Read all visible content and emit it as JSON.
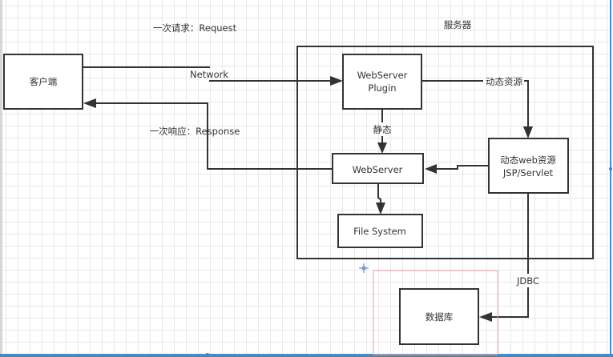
{
  "diagram": {
    "nodes": {
      "client": {
        "label": "客户端"
      },
      "server_group": {
        "label": "服务器"
      },
      "webserver_plugin": {
        "line1": "WebServer",
        "line2": "Plugin"
      },
      "webserver": {
        "label": "WebServer"
      },
      "file_system": {
        "label": "File System"
      },
      "dynamic_resource": {
        "line1": "动态web资源",
        "line2": "JSP/Servlet"
      },
      "database": {
        "label": "数据库"
      }
    },
    "edges": {
      "request": {
        "label": "一次请求：Request",
        "sublabel": "Network",
        "from": "client",
        "to": "webserver_plugin"
      },
      "response": {
        "label": "一次响应：Response",
        "from": "webserver",
        "to": "client"
      },
      "static": {
        "label": "静态",
        "from": "webserver_plugin",
        "to": "webserver"
      },
      "dynamic": {
        "label": "动态资源",
        "from": "webserver_plugin",
        "to": "dynamic_resource"
      },
      "dynamic_to_webserver": {
        "label": "",
        "from": "dynamic_resource",
        "to": "webserver"
      },
      "webserver_to_fs": {
        "label": "",
        "from": "webserver",
        "to": "file_system"
      },
      "jdbc": {
        "label": "JDBC",
        "from": "dynamic_resource",
        "to": "database"
      }
    },
    "selection": {
      "selected": "database",
      "highlight_color": "#e8a3a3"
    },
    "colors": {
      "stroke": "#333333",
      "text": "#333333",
      "grid": "#e9e9e9",
      "selection_border": "#3f8fd8"
    }
  }
}
